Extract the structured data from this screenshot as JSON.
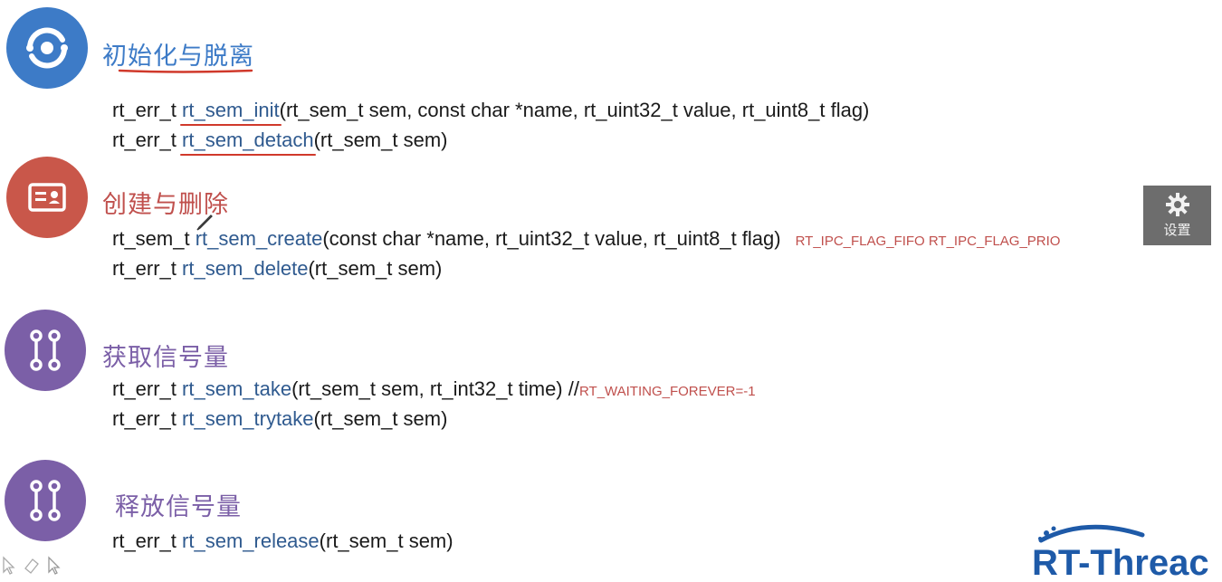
{
  "sections": [
    {
      "title": "初始化与脱离",
      "icon": "sync-circle-icon",
      "color": "#3d7bc7",
      "title_color": "#3d7bc7",
      "lines": [
        {
          "ret": "rt_err_t ",
          "fn": "rt_sem_init",
          "args": "(rt_sem_t    sem,  const char *name,   rt_uint32_t value,  rt_uint8_t  flag)"
        },
        {
          "ret": "rt_err_t ",
          "fn": "rt_sem_detach",
          "args": "(rt_sem_t sem)"
        }
      ]
    },
    {
      "title": "创建与删除",
      "icon": "id-card-icon",
      "color": "#c9574a",
      "title_color": "#c0504d",
      "lines": [
        {
          "ret": "rt_sem_t ",
          "fn": "rt_sem_create",
          "args": "(const char *name, rt_uint32_t value, rt_uint8_t flag)",
          "note": "RT_IPC_FLAG_FIFO   RT_IPC_FLAG_PRIO"
        },
        {
          "ret": "rt_err_t ",
          "fn": "rt_sem_delete",
          "args": "(rt_sem_t sem)"
        }
      ]
    },
    {
      "title": "获取信号量",
      "icon": "link-chain-icon",
      "color": "#7b5fa7",
      "title_color": "#7b5fa7",
      "lines": [
        {
          "ret": "rt_err_t ",
          "fn": "rt_sem_take",
          "args": "(rt_sem_t sem, rt_int32_t time)  //",
          "note": "RT_WAITING_FOREVER=-1"
        },
        {
          "ret": "rt_err_t ",
          "fn": "rt_sem_trytake",
          "args": "(rt_sem_t sem)"
        }
      ]
    },
    {
      "title": "释放信号量",
      "icon": "link-chain-icon",
      "color": "#7b5fa7",
      "title_color": "#7b5fa7",
      "lines": [
        {
          "ret": "rt_err_t ",
          "fn": "rt_sem_release",
          "args": "(rt_sem_t sem)"
        }
      ]
    }
  ],
  "settings": {
    "label": "设置",
    "icon": "gear-icon"
  },
  "logo": {
    "text": "RT-Threac"
  }
}
